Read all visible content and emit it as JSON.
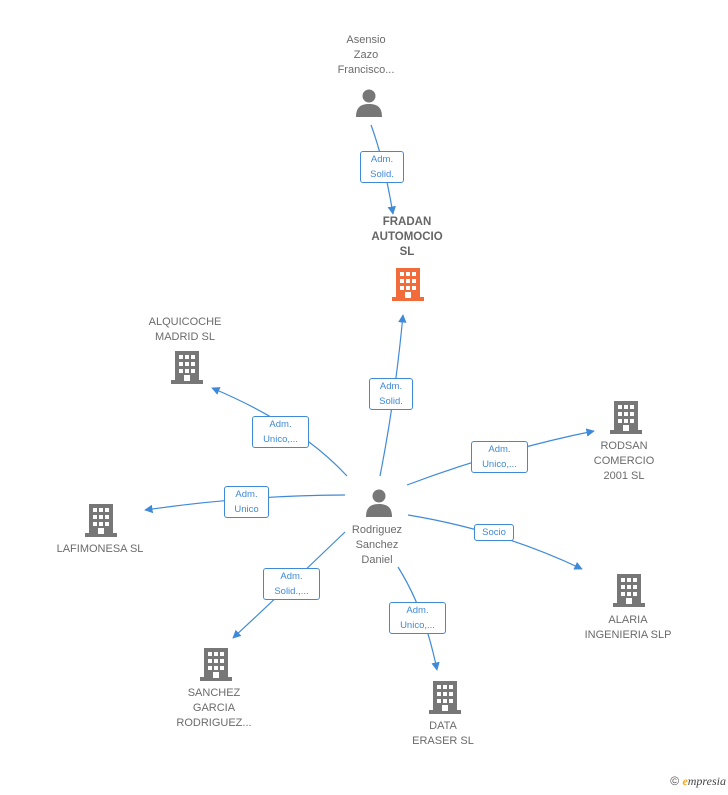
{
  "nodes": {
    "asensio": {
      "label": "Asensio\nZazo\nFrancisco...",
      "icon": "person-icon"
    },
    "fradan": {
      "label": "FRADAN\nAUTOMOCIO\nSL",
      "icon": "building-icon",
      "color": "#f26b3a"
    },
    "alquicoche": {
      "label": "ALQUICOCHE\nMADRID  SL",
      "icon": "building-icon"
    },
    "rodsan": {
      "label": "RODSAN\nCOMERCIO\n2001  SL",
      "icon": "building-icon"
    },
    "lafimonesa": {
      "label": "LAFIMONESA SL",
      "icon": "building-icon"
    },
    "rodriguez": {
      "label": "Rodriguez\nSanchez\nDaniel",
      "icon": "person-icon"
    },
    "alaria": {
      "label": "ALARIA\nINGENIERIA SLP",
      "icon": "building-icon"
    },
    "sanchez": {
      "label": "SANCHEZ\nGARCIA\nRODRIGUEZ...",
      "icon": "building-icon"
    },
    "dataeraser": {
      "label": "DATA\nERASER SL",
      "icon": "building-icon"
    }
  },
  "edges": {
    "asensio_fradan": "Adm.\nSolid.",
    "rodriguez_fradan": "Adm.\nSolid.",
    "rodriguez_alquicoche": "Adm.\nUnico,...",
    "rodriguez_rodsan": "Adm.\nUnico,...",
    "rodriguez_lafimonesa": "Adm.\nUnico",
    "rodriguez_alaria": "Socio",
    "rodriguez_sanchez": "Adm.\nSolid.,...",
    "rodriguez_dataeraser": "Adm.\nUnico,..."
  },
  "colors": {
    "edge": "#3f8ad8",
    "node_gray": "#777777",
    "highlight": "#f26b3a"
  },
  "footer": {
    "copyright": "©",
    "brand_initial": "e",
    "brand_rest": "mpresia"
  }
}
